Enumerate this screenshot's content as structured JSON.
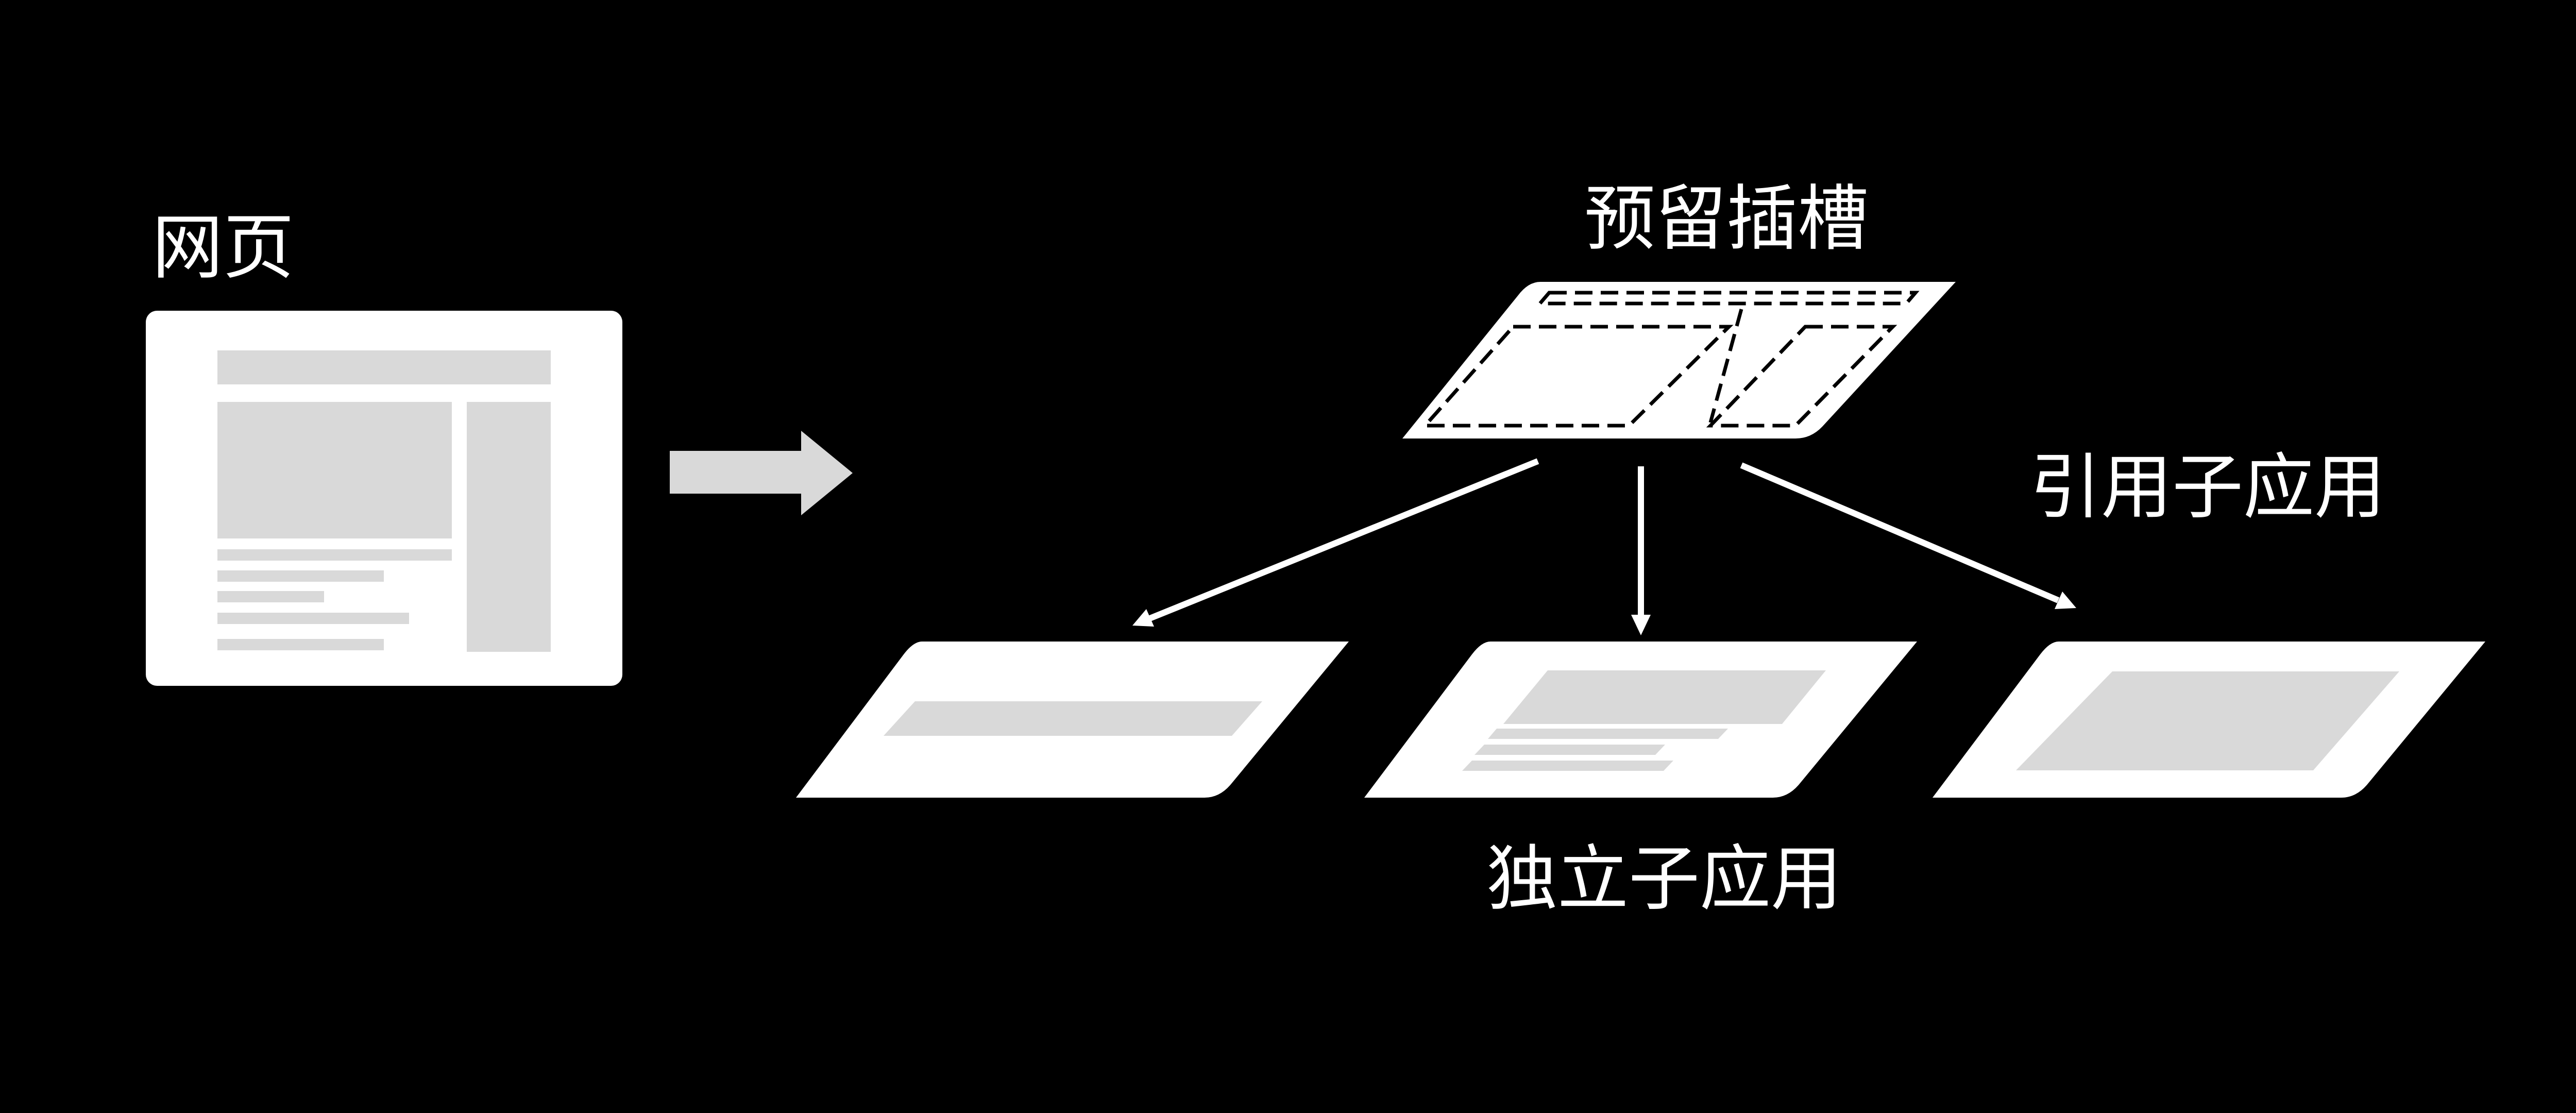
{
  "colors": {
    "background": "#000000",
    "panel": "#ffffff",
    "placeholder": "#d9d9d9"
  },
  "labels": {
    "webpage": "网页",
    "reserved_slot": "预留插槽",
    "referenced_subapp": "引用子应用",
    "standalone_subapp": "独立子应用"
  }
}
